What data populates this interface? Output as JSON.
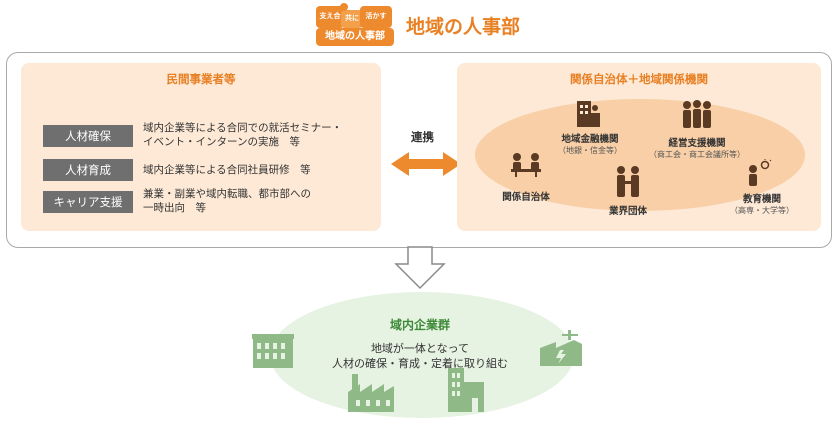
{
  "header": {
    "puzzle_text_1": "支え合",
    "puzzle_text_2": "共に",
    "puzzle_text_3": "活かす",
    "puzzle_name": "地域の人事部",
    "title": "地域の人事部"
  },
  "left_panel": {
    "title": "民間事業者等",
    "rows": [
      {
        "label": "人材確保",
        "text_line1": "域内企業等による合同での就活セミナー・",
        "text_line2": "イベント・インターンの実施　等"
      },
      {
        "label": "人材育成",
        "text_line1": "域内企業等による合同社員研修　等",
        "text_line2": ""
      },
      {
        "label": "キャリア支援",
        "text_line1": "兼業・副業や域内転職、都市部への",
        "text_line2": "一時出向　等"
      }
    ]
  },
  "link": {
    "label": "連携"
  },
  "right_panel": {
    "title": "関係自治体＋地域関係機関",
    "orgs": [
      {
        "name": "地域金融機関",
        "sub": "（地銀・信金等）"
      },
      {
        "name": "経営支援機関",
        "sub": "（商工会・商工会議所等）"
      },
      {
        "name": "関係自治体",
        "sub": ""
      },
      {
        "name": "業界団体",
        "sub": ""
      },
      {
        "name": "教育機関",
        "sub": "（高専・大学等）"
      }
    ]
  },
  "bottom": {
    "title": "域内企業群",
    "line1": "地域が一体となって",
    "line2": "人材の確保・育成・定着に取り組む"
  },
  "colors": {
    "accent_orange": "#e88024",
    "panel_bg": "#fde9d6",
    "label_gray": "#6f6f6f",
    "green": "#8fb987",
    "green_text": "#3f8a38"
  },
  "icons": [
    "puzzle-logo",
    "bank-icon",
    "business-people-icon",
    "meeting-icon",
    "handshake-icon",
    "lightbulb-person-icon",
    "office-building-icon",
    "factory-icon",
    "tower-building-icon",
    "power-plant-icon",
    "double-arrow-icon",
    "down-arrow-icon"
  ]
}
